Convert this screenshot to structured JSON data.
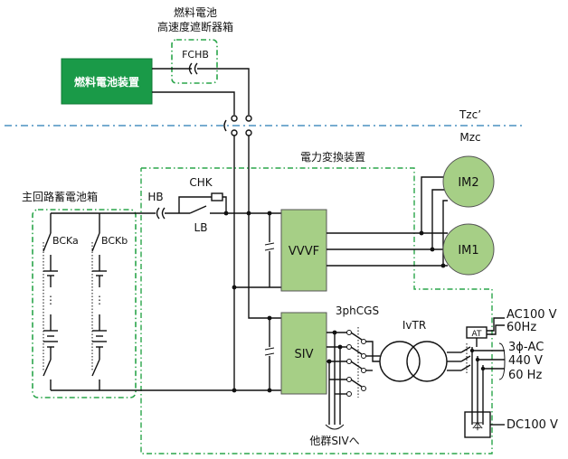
{
  "labels": {
    "fc_box_title_1": "燃料電池",
    "fc_box_title_2": "高速度遮断器箱",
    "fchb": "FCHB",
    "fc_unit": "燃料電池装置",
    "tzc": "Tzc’",
    "mzc": "Mzc",
    "power_converter": "電力変換装置",
    "battery_box": "主回路蓄電池箱",
    "hb": "HB",
    "chk": "CHK",
    "lb": "LB",
    "bcka": "BCKa",
    "bckb": "BCKb",
    "vvvf": "VVVF",
    "siv": "SIV",
    "im2": "IM2",
    "im1": "IM1",
    "phcgs": "3phCGS",
    "ivtr": "IvTR",
    "at": "AT",
    "ac100_1": "AC100 V",
    "ac100_2": "60Hz",
    "ac3_1": "3ϕ-AC",
    "ac3_2": "440 V",
    "ac3_3": "60 Hz",
    "dc100": "DC100 V",
    "other_siv": "他群SIVへ",
    "rectifier_symbol": "本"
  },
  "colors": {
    "green_fill": "#1a9a48",
    "light_green_fill": "#a6cf86",
    "green_border": "#3a9a55",
    "dash_green": "#2aa54a",
    "dash_blue": "#4a90c0",
    "wire": "#111111"
  }
}
